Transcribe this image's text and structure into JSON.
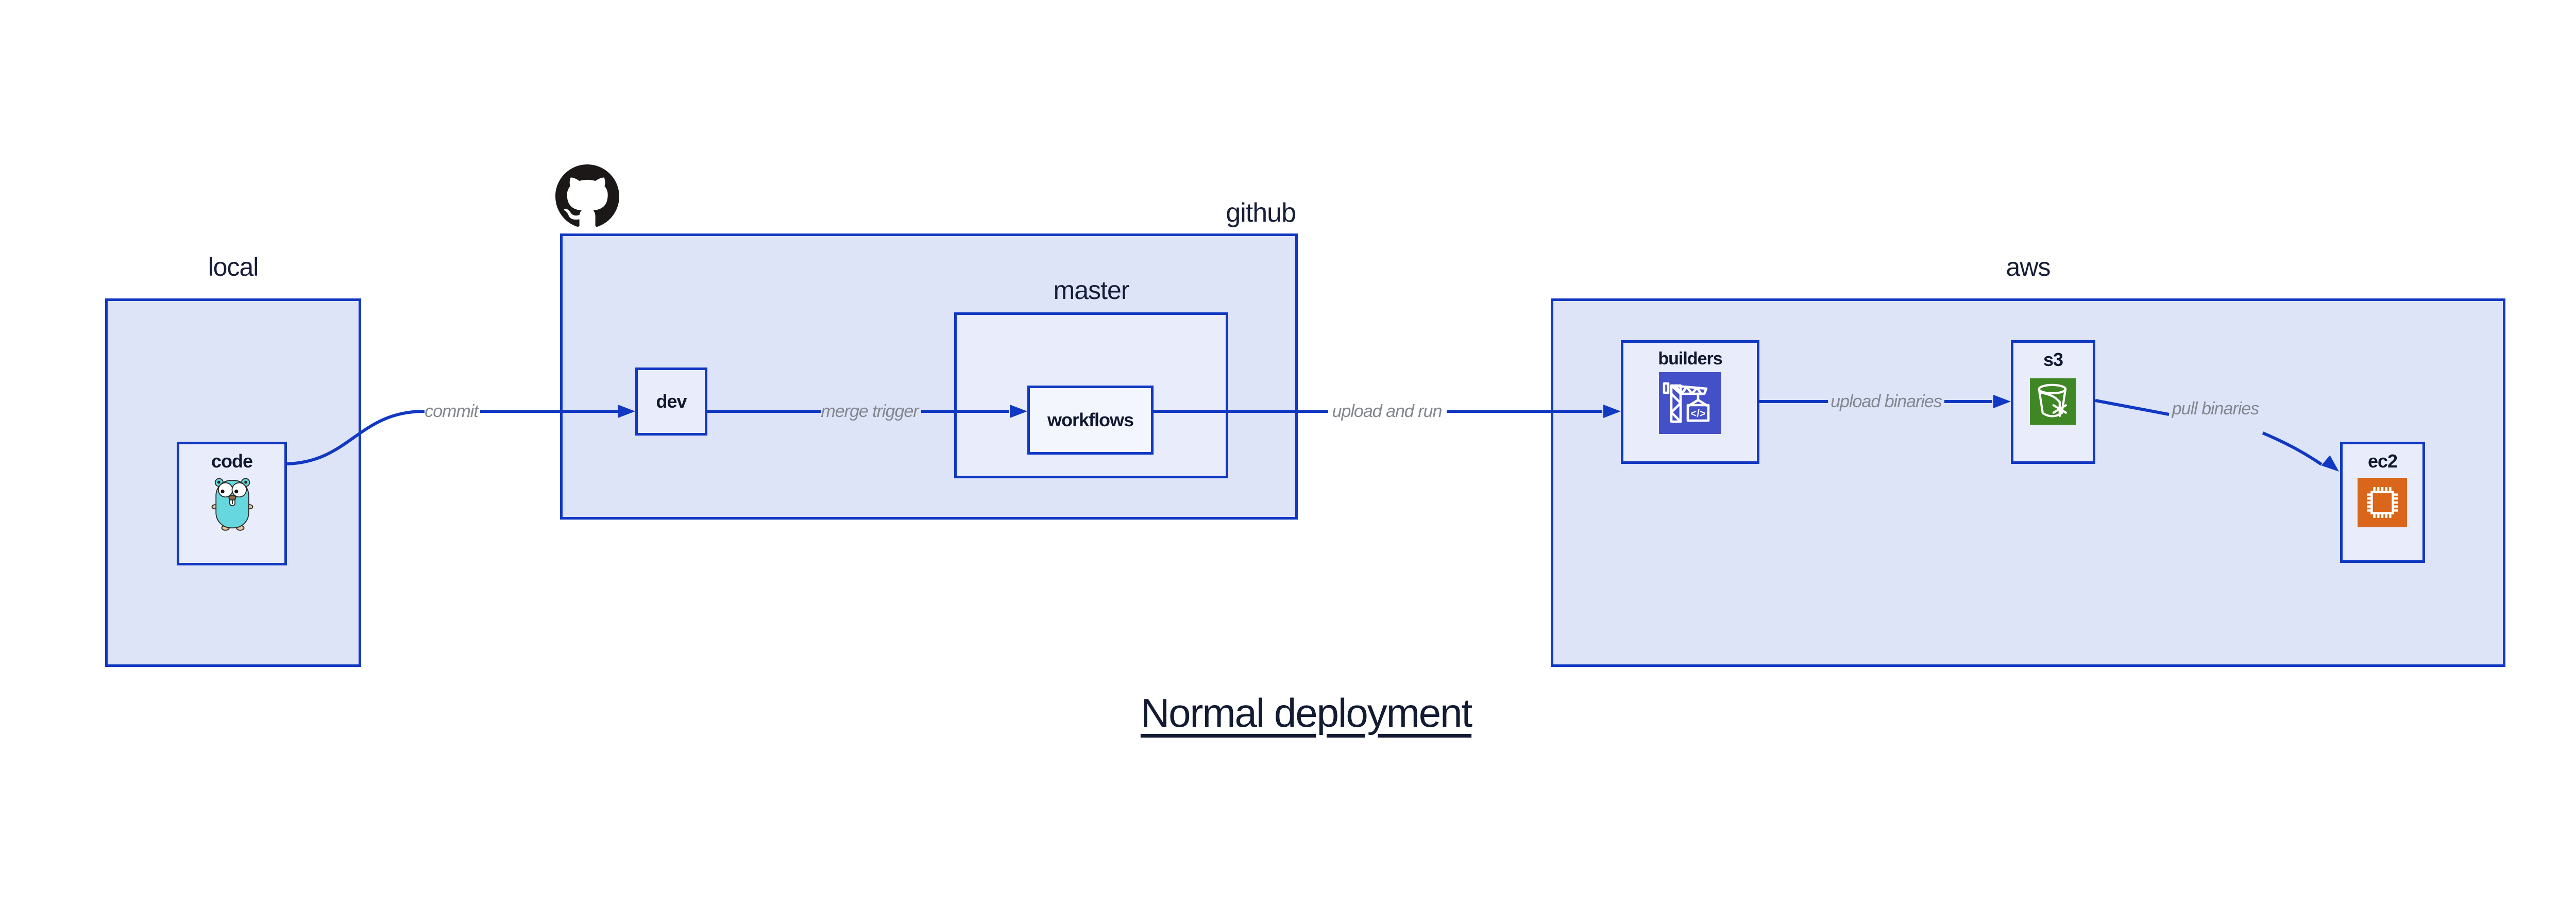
{
  "diagram": {
    "title": "Normal deployment"
  },
  "containers": {
    "local": {
      "label": "local"
    },
    "github": {
      "label": "github"
    },
    "master": {
      "label": "master"
    },
    "aws": {
      "label": "aws"
    }
  },
  "nodes": {
    "code": {
      "label": "code",
      "icon": "go-gopher-icon"
    },
    "dev": {
      "label": "dev"
    },
    "workflows": {
      "label": "workflows"
    },
    "builders": {
      "label": "builders",
      "icon": "aws-codebuild-icon",
      "icon_color": "#4450c8",
      "glyph": "</>"
    },
    "s3": {
      "label": "s3",
      "icon": "aws-s3-glacier-bucket-icon",
      "icon_color": "#3f8624"
    },
    "ec2": {
      "label": "ec2",
      "icon": "aws-ec2-chip-icon",
      "icon_color": "#d9661a"
    }
  },
  "edges": [
    {
      "label": "commit",
      "from": "code",
      "to": "dev"
    },
    {
      "label": "merge trigger",
      "from": "dev",
      "to": "workflows"
    },
    {
      "label": "upload and run",
      "from": "workflows",
      "to": "builders"
    },
    {
      "label": "upload binaries",
      "from": "builders",
      "to": "s3"
    },
    {
      "label": "pull binaries",
      "from": "s3",
      "to": "ec2"
    }
  ],
  "badges": {
    "github_logo": "github-octocat-icon"
  },
  "colors": {
    "border_blue": "#1138c2",
    "outer_fill": "#dde4f8",
    "node_fill": "#e9edfb",
    "workflows_fill": "#f4f6fd",
    "label_navy": "#161d38",
    "edge_label_gray": "#83878f",
    "octocat_black": "#1b1817",
    "gopher_teal": "#66d7de"
  }
}
